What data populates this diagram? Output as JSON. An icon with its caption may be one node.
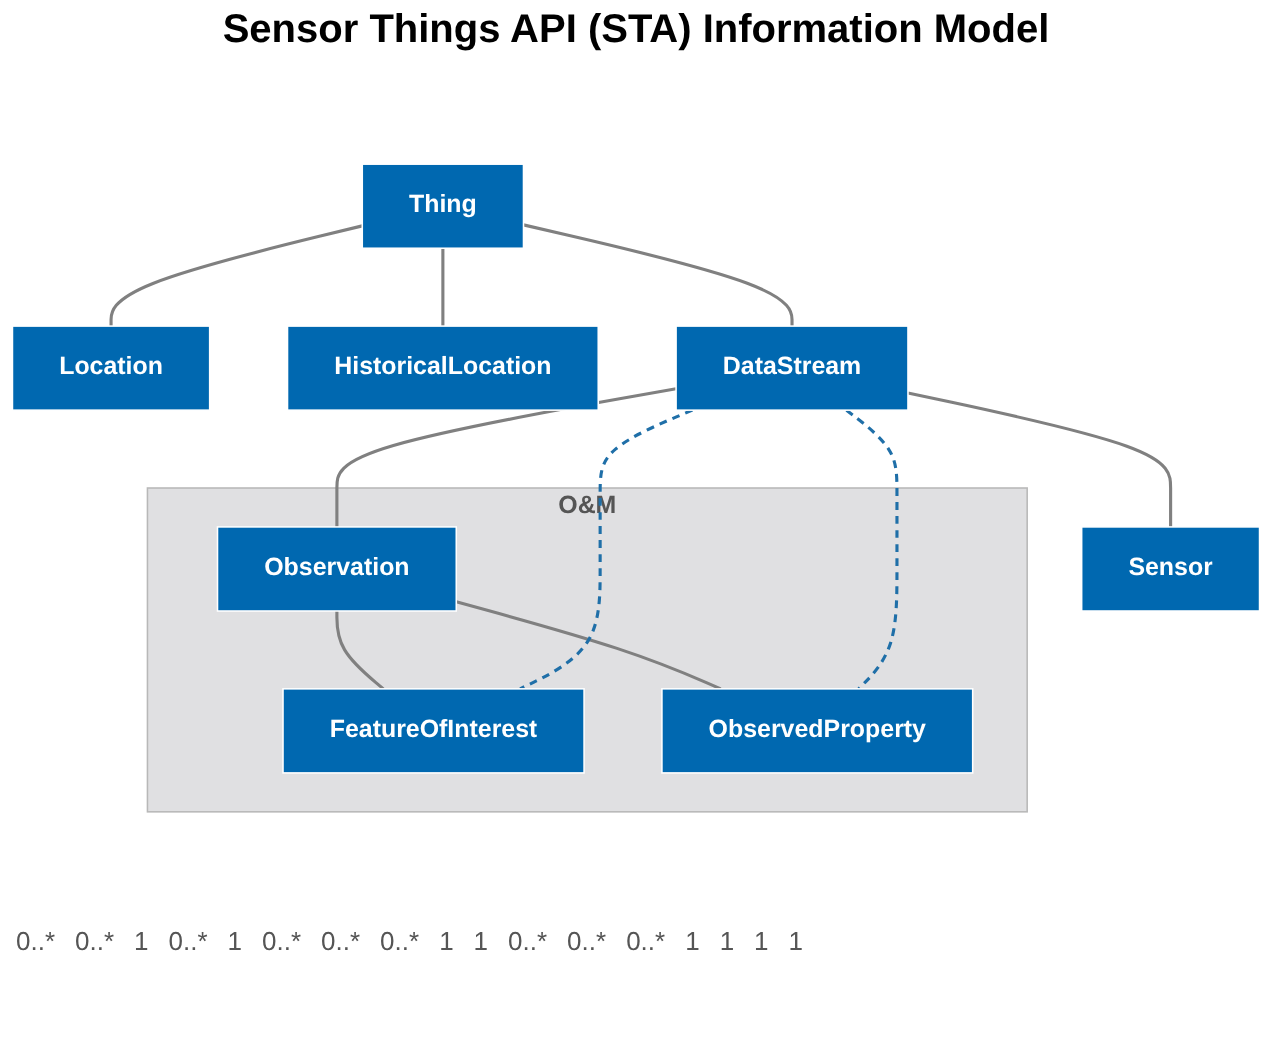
{
  "diagram": {
    "title": "Sensor Things API (STA) Information Model",
    "nodes": [
      {
        "text": [
          "Thing"
        ]
      },
      {
        "text": [
          "Location"
        ]
      },
      {
        "text": [
          "HistoricalLocation"
        ]
      },
      {
        "text": [
          "DataStream"
        ]
      },
      {
        "text": [
          "Sensor"
        ]
      },
      {
        "text": [
          "O&M"
        ]
      },
      {
        "text": [
          "Observation"
        ],
        "in": 5
      },
      {
        "text": [
          "FeatureOfInterest"
        ],
        "in": 5
      },
      {
        "text": [
          "ObservedProperty"
        ],
        "in": 5
      }
    ],
    "edges": [
      {
        "from": 0,
        "to": 1,
        "arrow": "none"
      },
      {
        "from": 0,
        "to": 2,
        "arrow": "none"
      },
      {
        "from": 0,
        "to": 3,
        "arrow": "none"
      },
      {
        "from": 3,
        "to": 4,
        "arrow": "none"
      },
      {
        "from": 3,
        "to": 6,
        "arrow": "none"
      },
      {
        "from": 6,
        "to": 7,
        "arrow": "none"
      },
      {
        "from": 6,
        "to": 8,
        "arrow": "none"
      },
      {
        "from": 3,
        "to": 7,
        "arrow": "none",
        "style": "dashed",
        "color": "#1f6fa8"
      },
      {
        "from": 3,
        "to": 8,
        "arrow": "none",
        "style": "dashed",
        "color": "#1f6fa8"
      }
    ],
    "labels": [
      "0..*",
      "0..*",
      "1",
      "0..*",
      "1",
      "0..*",
      "0..*",
      "0..*",
      "1",
      "1",
      "0..*",
      "0..*",
      "0..*",
      "1",
      "1",
      "1",
      "1"
    ]
  }
}
